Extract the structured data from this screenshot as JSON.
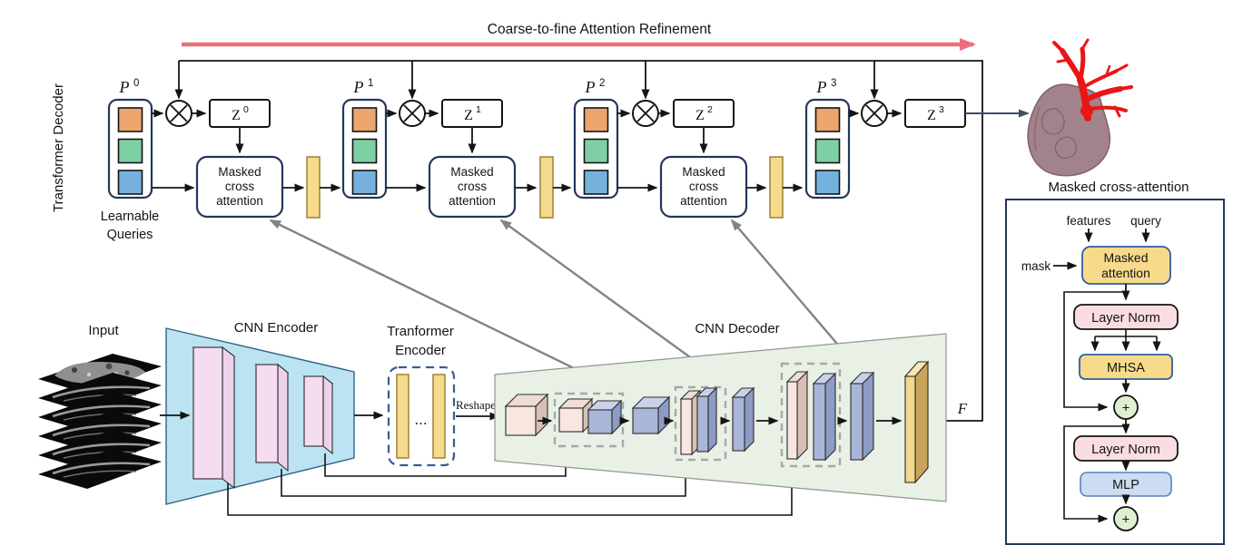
{
  "header": {
    "title": "Coarse-to-fine Attention Refinement"
  },
  "decoder_row": {
    "side_label": "Transformer Decoder",
    "queries_line1": "Learnable",
    "queries_line2": "Queries",
    "p_letter": "P",
    "z_letter": "Z",
    "sups": [
      "0",
      "1",
      "2",
      "3"
    ],
    "mca_line1": "Masked",
    "mca_line2": "cross",
    "mca_line3": "attention"
  },
  "bottom": {
    "input_label": "Input",
    "cnn_encoder_label": "CNN Encoder",
    "te_line1": "Tranformer",
    "te_line2": "Encoder",
    "te_dots": "...",
    "reshape_label": "Reshape",
    "cnn_decoder_label": "CNN Decoder",
    "f_label": "F"
  },
  "panel": {
    "title": "Masked cross-attention",
    "features_label": "features",
    "query_label": "query",
    "mask_label": "mask",
    "masked_attention_line1": "Masked",
    "masked_attention_line2": "attention",
    "layer_norm_label": "Layer Norm",
    "mhsa_label": "MHSA",
    "mlp_label": "MLP",
    "plus": "+"
  },
  "colors": {
    "refine_arrow_red": "#e9707a",
    "navy_border": "#24365c",
    "query_orange": "#eda56e",
    "query_green": "#7ed0a4",
    "query_blue": "#74b2dd",
    "feature_bar_yellow": "#f6db8c",
    "panel_yellow": "#f8db8a",
    "panel_pink": "#f9dde1",
    "panel_blue": "#ccdcf2",
    "plus_green": "#def0d0",
    "encoder_blue": "#bce3f2",
    "decoder_green": "#e9f0e6",
    "vessel_red": "#ec1515",
    "heart_mauve": "#a2838b"
  }
}
